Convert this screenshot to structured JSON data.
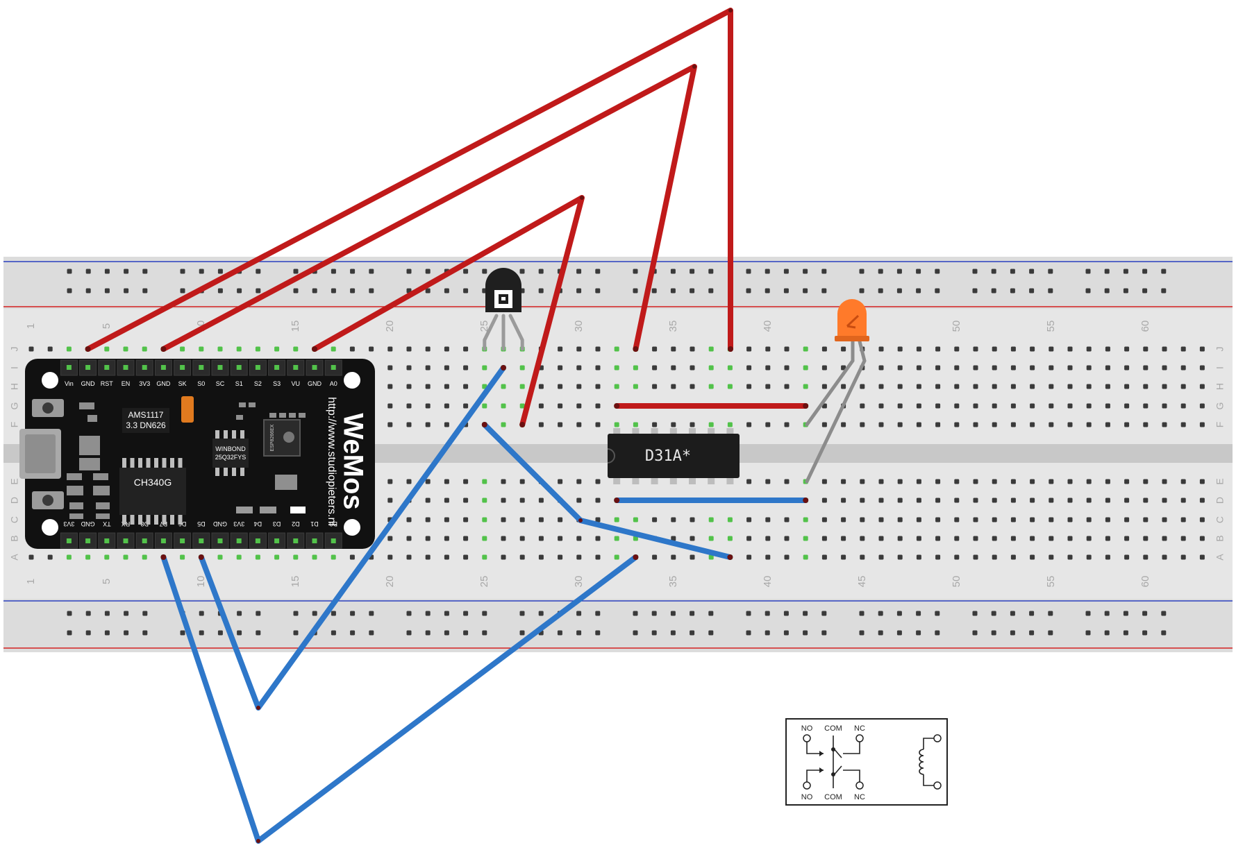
{
  "breadboard": {
    "columns": 63,
    "top_numbers": [
      "1",
      "5",
      "10",
      "15",
      "20",
      "25",
      "30",
      "35",
      "40",
      "45",
      "50",
      "55",
      "60"
    ],
    "rows_upper": [
      "J",
      "I",
      "H",
      "G",
      "F"
    ],
    "rows_lower": [
      "E",
      "D",
      "C",
      "B",
      "A"
    ],
    "colors": {
      "board": "#dcdcdc",
      "rail_red": "#d42020",
      "rail_blue": "#2a3fbf",
      "hole": "#3a3a3a",
      "active_hole": "#52c24a"
    }
  },
  "wemos": {
    "logo": "WeMos",
    "url": "http://www.studiopieters.nl",
    "top_pins": [
      "Vin",
      "GND",
      "RST",
      "EN",
      "3V3",
      "GND",
      "SK",
      "S0",
      "SC",
      "S1",
      "S2",
      "S3",
      "VU",
      "GND",
      "A0"
    ],
    "bottom_pins": [
      "3V3",
      "GND",
      "TX",
      "RX",
      "D8",
      "D7",
      "D6",
      "D5",
      "GND",
      "3V3",
      "D4",
      "D3",
      "D2",
      "D1",
      "D0"
    ],
    "chips": {
      "regulator": [
        "AMS1117",
        "3.3 DN626"
      ],
      "usb_serial": "CH340G",
      "flash": [
        "WINBOND",
        "25Q32FYS"
      ],
      "module": "ESP8266EX"
    }
  },
  "relay_ic": {
    "label": "D31A*"
  },
  "relay_symbol": {
    "top_labels": [
      "NO",
      "COM",
      "NC"
    ],
    "bottom_labels": [
      "NO",
      "COM",
      "NC"
    ]
  },
  "wire_colors": {
    "red": "#c01a1a",
    "blue": "#2e77c9",
    "grey": "#8c8c8c"
  },
  "led_color": "#ff7a2a"
}
